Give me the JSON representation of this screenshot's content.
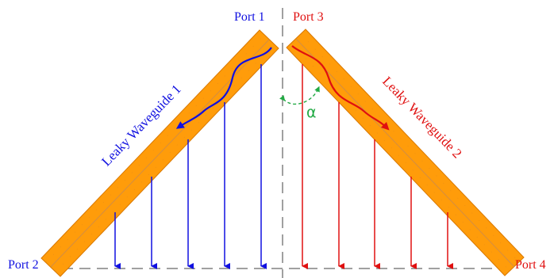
{
  "labels": {
    "port1": "Port 1",
    "port2": "Port 2",
    "port3": "Port 3",
    "port4": "Port 4",
    "waveguide1": "Leaky Waveguide 1",
    "waveguide2": "Leaky Waveguide 2",
    "angle": "α"
  },
  "colors": {
    "waveguide_fill": "#FF9C0A",
    "waveguide_edge": "#D97800",
    "left_side": "#1010E0",
    "right_side": "#E01010",
    "angle_arc": "#22AA44",
    "axis_dashes": "#808080"
  },
  "left_radiation_arrows": 5,
  "right_radiation_arrows": 5
}
